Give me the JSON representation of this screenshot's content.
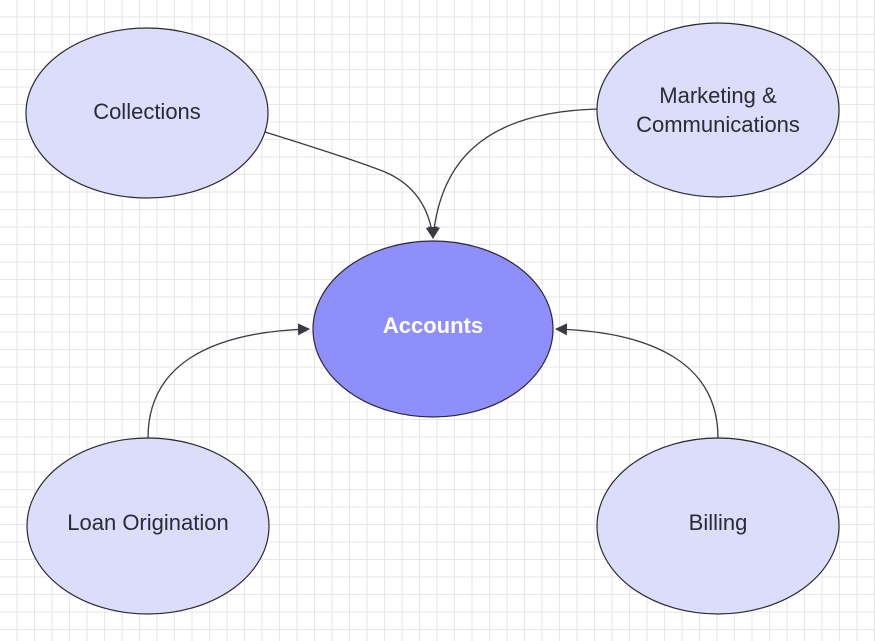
{
  "diagram": {
    "nodes": {
      "collections": {
        "label": "Collections"
      },
      "marketing": {
        "lines": [
          "Marketing &",
          "Communications"
        ]
      },
      "accounts": {
        "label": "Accounts"
      },
      "loan": {
        "label": "Loan Origination"
      },
      "billing": {
        "label": "Billing"
      }
    },
    "edges": [
      {
        "from": "collections",
        "to": "accounts"
      },
      {
        "from": "marketing",
        "to": "accounts"
      },
      {
        "from": "loan",
        "to": "accounts"
      },
      {
        "from": "billing",
        "to": "accounts"
      }
    ],
    "colors": {
      "node_fill": "#dcdcfb",
      "center_fill": "#8f8ffb",
      "stroke": "#2a2a33",
      "edge": "#3a3a44",
      "grid": "#e6e6e6"
    }
  }
}
